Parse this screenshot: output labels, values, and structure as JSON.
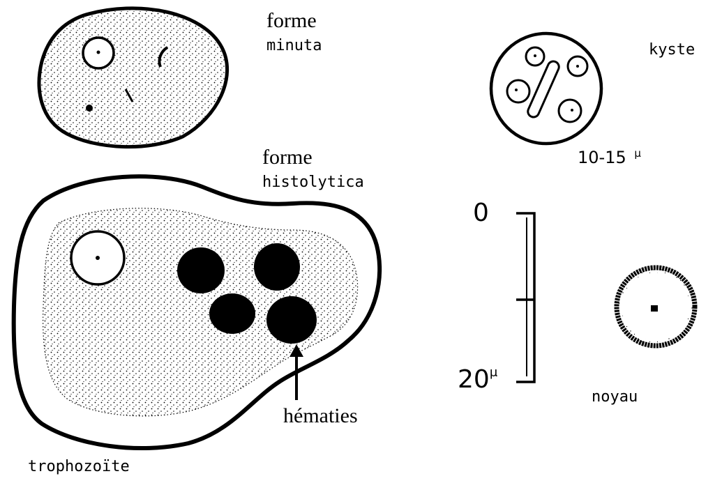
{
  "labels": {
    "forme_minuta_line1": "forme",
    "forme_minuta_line2": "minuta",
    "forme_histolytica_line1": "forme",
    "forme_histolytica_line2": "histolytica",
    "hematies": "hématies",
    "trophozoite": "trophozoïte",
    "kyste": "kyste",
    "kyste_size": "10-15",
    "kyste_size_unit": "μ",
    "scale_zero": "0",
    "scale_twenty": "20",
    "scale_unit": "μ",
    "noyau": "noyau"
  },
  "colors": {
    "ink": "#000000",
    "background": "#ffffff"
  }
}
